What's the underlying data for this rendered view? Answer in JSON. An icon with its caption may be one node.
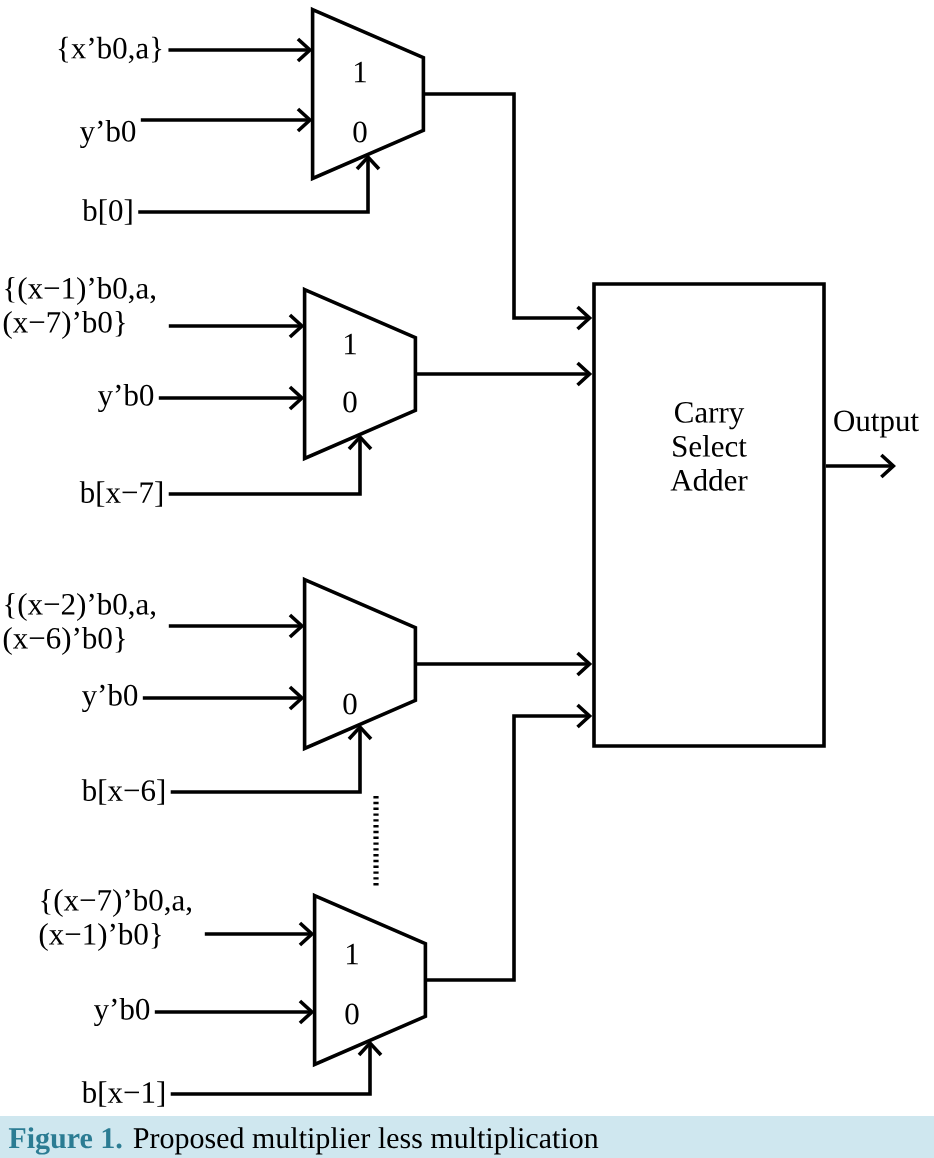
{
  "diagram": {
    "caption": "**Figure 1.** Proposed multiplier less multiplication",
    "nodes": [
      {
        "text": [
          "{x’b0,a}"
        ]
      },
      {
        "text": [
          "y’b0"
        ]
      },
      {
        "text": [
          "b[0]"
        ]
      },
      {
        "text": [
          "1",
          "0"
        ]
      },
      {
        "text": [
          "{(x−1)’b0,a, (x−7)’b0}"
        ]
      },
      {
        "text": [
          "y’b0"
        ]
      },
      {
        "text": [
          "b[x−7]"
        ]
      },
      {
        "text": [
          "1",
          "0"
        ]
      },
      {
        "text": [
          "{(x−2)’b0,a, (x−6)’b0}"
        ]
      },
      {
        "text": [
          "y’b0"
        ]
      },
      {
        "text": [
          "b[x−6]"
        ]
      },
      {
        "text": [
          "0"
        ]
      },
      {
        "text": [
          "{(x−7)’b0,a, (x−1)’b0}"
        ]
      },
      {
        "text": [
          "y’b0"
        ]
      },
      {
        "text": [
          "b[x−1]"
        ]
      },
      {
        "text": [
          "1",
          "0"
        ]
      },
      {
        "text": [
          "Carry Select Adder"
        ]
      }
    ],
    "edges": [
      {
        "from": 0,
        "to": 3,
        "arrow": "to"
      },
      {
        "from": 1,
        "to": 3,
        "arrow": "to"
      },
      {
        "from": 2,
        "to": 3,
        "arrow": "to"
      },
      {
        "from": 3,
        "to": 16,
        "arrow": "to"
      },
      {
        "from": 4,
        "to": 7,
        "arrow": "to"
      },
      {
        "from": 5,
        "to": 7,
        "arrow": "to"
      },
      {
        "from": 6,
        "to": 7,
        "arrow": "to"
      },
      {
        "from": 7,
        "to": 16,
        "arrow": "to"
      },
      {
        "from": 8,
        "to": 11,
        "arrow": "to"
      },
      {
        "from": 9,
        "to": 11,
        "arrow": "to"
      },
      {
        "from": 10,
        "to": 11,
        "arrow": "to"
      },
      {
        "from": 11,
        "to": 16,
        "arrow": "to"
      },
      {
        "from": 12,
        "to": 15,
        "arrow": "to"
      },
      {
        "from": 13,
        "to": 15,
        "arrow": "to"
      },
      {
        "from": 14,
        "to": 15,
        "arrow": "to"
      },
      {
        "from": 15,
        "to": 16,
        "arrow": "to"
      },
      {
        "from": 16,
        "to": null,
        "arrow": "to",
        "label": "Output"
      }
    ]
  }
}
